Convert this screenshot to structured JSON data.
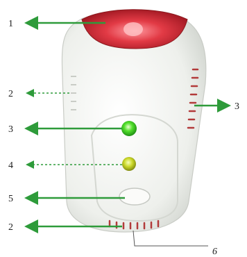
{
  "colors": {
    "device_body": "#f1f2ef",
    "device_shadow": "#d6d8d3",
    "siren": "#d8262f",
    "siren_highlight": "#f58a8e",
    "led_green": "#3fd22a",
    "led_yellow": "#c9d61e",
    "vent": "#b23a3a",
    "arrow": "#2e9b3a"
  },
  "callouts": [
    {
      "id": "1",
      "label": "1",
      "part": "siren-lamp",
      "side": "left"
    },
    {
      "id": "2a",
      "label": "2",
      "part": "side-vent",
      "side": "left"
    },
    {
      "id": "3a",
      "label": "3",
      "part": "side-vent",
      "side": "right"
    },
    {
      "id": "3b",
      "label": "3",
      "part": "power-led",
      "side": "left"
    },
    {
      "id": "4",
      "label": "4",
      "part": "alarm-led",
      "side": "left"
    },
    {
      "id": "5",
      "label": "5",
      "part": "test-button",
      "side": "left"
    },
    {
      "id": "2b",
      "label": "2",
      "part": "bottom-vent",
      "side": "left"
    },
    {
      "id": "6",
      "label": "6",
      "part": "base-vent",
      "side": "bottom-right"
    }
  ]
}
